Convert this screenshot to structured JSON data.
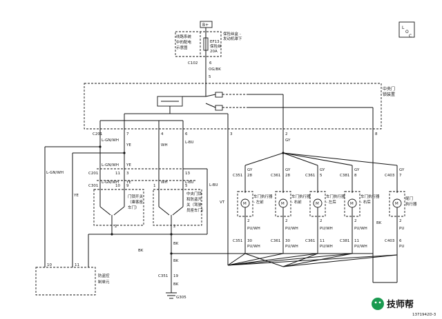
{
  "power": {
    "source": "B+",
    "fuse_panel_note": "保险丝盒 - 发动机罩下",
    "ref_note": "线路系统中的配电示意图",
    "fuse_id": "EF13",
    "fuse_type": "保险丝",
    "fuse_rating": "20A"
  },
  "connector_top": {
    "id": "C102",
    "pin": "6",
    "wire": "OG/BK",
    "pin2": "5"
  },
  "central_lock": {
    "label": "中央门锁装置"
  },
  "central_pins": [
    "C201",
    "7",
    "4",
    "6",
    "3",
    "2",
    "8"
  ],
  "wires": {
    "lgnwh": "L-GN/WH",
    "ye": "YE",
    "wh": "WH",
    "lbu": "L-BU",
    "gy": "GY",
    "vt": "VT",
    "bk": "BK",
    "puwh": "PU/WH",
    "pu": "PU"
  },
  "c201_mid": {
    "id": "C201",
    "pin_a": "11",
    "pin_b": "3",
    "pin_c": "13"
  },
  "c301_left": {
    "id": "C301",
    "pin_a": "10",
    "pin_b": "9",
    "pin_c": "1",
    "pin_d": "5"
  },
  "switches": {
    "door_switch": "门锁开关（乘客座车门）",
    "central_switch": "中央门锁和防盗开关（驾驶员座车门）",
    "pin_lock": "2"
  },
  "actuators": [
    {
      "conn": "C351",
      "pin_top": "28",
      "label": "车门执行器 - 左前",
      "pin_bottom": "30"
    },
    {
      "conn": "C361",
      "pin_top": "28",
      "label": "车门执行器 - 右前",
      "pin_bottom": "30"
    },
    {
      "conn": "C361",
      "pin_top": "5",
      "label": "车门执行器 - 左后",
      "pin_bottom": "11"
    },
    {
      "conn": "C381",
      "pin_top": "8",
      "label": "车门执行器 - 右后",
      "pin_bottom": "11"
    }
  ],
  "trunk": {
    "conn": "C403",
    "pin_top": "7",
    "label": "尾门执行器",
    "pin_bottom": "6"
  },
  "theft_module": {
    "label": "防盗控制单元",
    "pin_a": "10",
    "pin_b": "11"
  },
  "ground": {
    "conn": "C351",
    "pin": "19",
    "id": "G305"
  },
  "ref_icon": "LOC",
  "watermark": "技师帮",
  "code": "1371942D-3"
}
